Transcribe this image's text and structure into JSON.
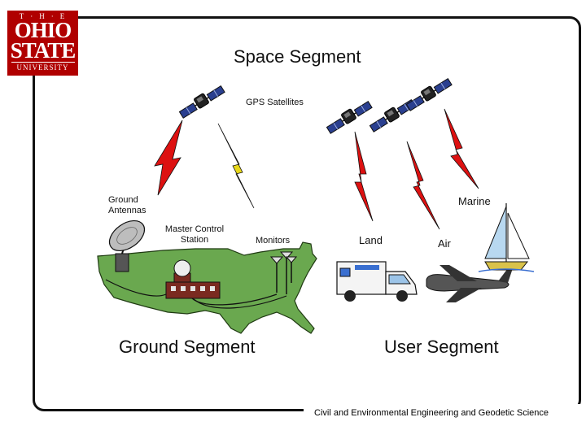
{
  "logo": {
    "the": "T·H·E",
    "ohio": "OHIO",
    "state": "STATE",
    "university": "UNIVERSITY"
  },
  "diagram": {
    "space_segment": "Space Segment",
    "gps_satellites": "GPS Satellites",
    "ground_antennas": "Ground Antennas",
    "master_control_station": "Master Control Station",
    "monitors": "Monitors",
    "land": "Land",
    "air": "Air",
    "marine": "Marine",
    "ground_segment": "Ground Segment",
    "user_segment": "User Segment"
  },
  "colors": {
    "map_green": "#6aa84f",
    "signal_red": "#dd1111",
    "signal_yellow": "#e8d81a",
    "logo_red": "#b00000"
  },
  "footer": {
    "text": "Civil and Environmental Engineering and Geodetic Science"
  }
}
